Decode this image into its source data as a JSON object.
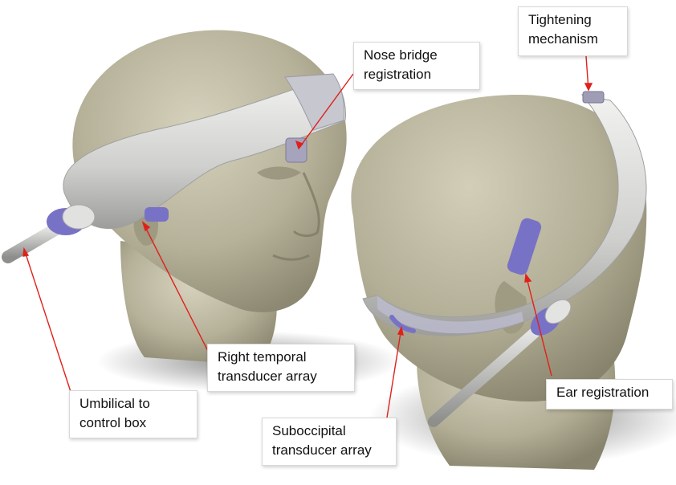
{
  "colors": {
    "head": "#b6b199",
    "head_dark": "#8f8a74",
    "band": "#d9d9d7",
    "band_shadow": "#a9a9a7",
    "accent": "#7872c6",
    "leader_line": "#e0211a",
    "callout_bg": "#ffffff"
  },
  "labels": {
    "nose_bridge": {
      "line1": "Nose bridge",
      "line2": "registration"
    },
    "tightening": {
      "line1": "Tightening",
      "line2": "mechanism"
    },
    "right_temporal": {
      "line1": "Right temporal",
      "line2": "transducer array"
    },
    "umbilical": {
      "line1": "Umbilical to",
      "line2": "control box"
    },
    "ear_registration": {
      "line1": "Ear registration"
    },
    "suboccipital": {
      "line1": "Suboccipital",
      "line2": "transducer array"
    }
  }
}
